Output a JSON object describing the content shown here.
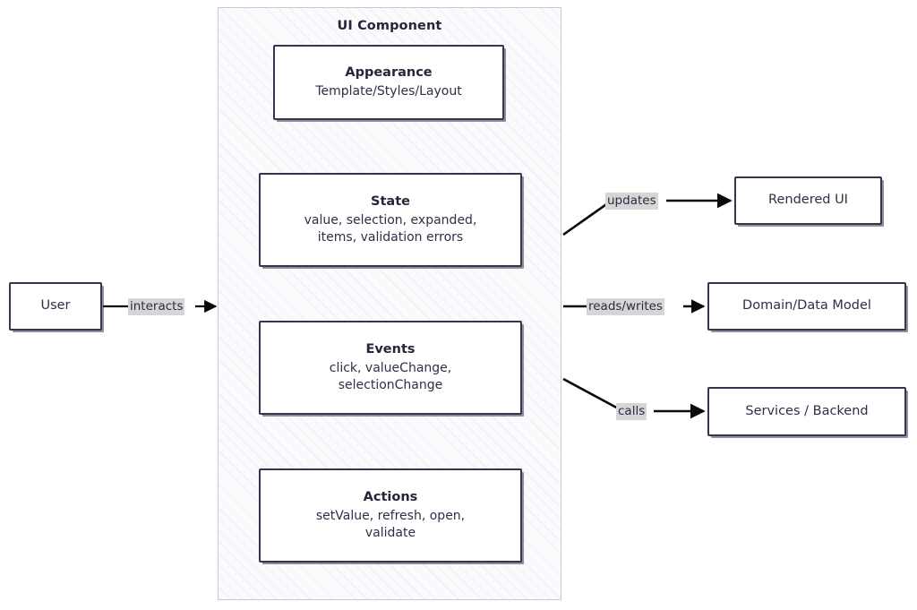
{
  "diagram": {
    "type": "flowchart",
    "title": "UI Component",
    "cluster": {
      "label": "UI Component",
      "nodes": [
        {
          "id": "appearance",
          "title": "Appearance",
          "subtitle": "Template/Styles/Layout"
        },
        {
          "id": "state",
          "title": "State",
          "subtitle": "value, selection, expanded,\nitems, validation errors"
        },
        {
          "id": "events",
          "title": "Events",
          "subtitle": "click, valueChange,\nselectionChange"
        },
        {
          "id": "actions",
          "title": "Actions",
          "subtitle": "setValue, refresh, open,\nvalidate"
        }
      ]
    },
    "external_nodes": [
      {
        "id": "user",
        "label": "User"
      },
      {
        "id": "rendered-ui",
        "label": "Rendered UI"
      },
      {
        "id": "domain-data-model",
        "label": "Domain/Data Model"
      },
      {
        "id": "services-backend",
        "label": "Services / Backend"
      }
    ],
    "edges": [
      {
        "id": "interacts",
        "label": "interacts",
        "from": "user",
        "to": "ui-component"
      },
      {
        "id": "updates",
        "label": "updates",
        "from": "state",
        "to": "rendered-ui"
      },
      {
        "id": "reads-writes",
        "label": "reads/writes",
        "from": "ui-component",
        "to": "domain-data-model"
      },
      {
        "id": "calls",
        "label": "calls",
        "from": "events",
        "to": "services-backend"
      }
    ],
    "colors": {
      "node_border": "#35354f",
      "node_fill": "#ffffff",
      "text": "#2c2c45",
      "cluster_border": "#c8c8dc",
      "cluster_fill": "#fbfbfd",
      "edge_label_bg": "#d6d6d6",
      "edge_stroke": "#000000"
    }
  }
}
